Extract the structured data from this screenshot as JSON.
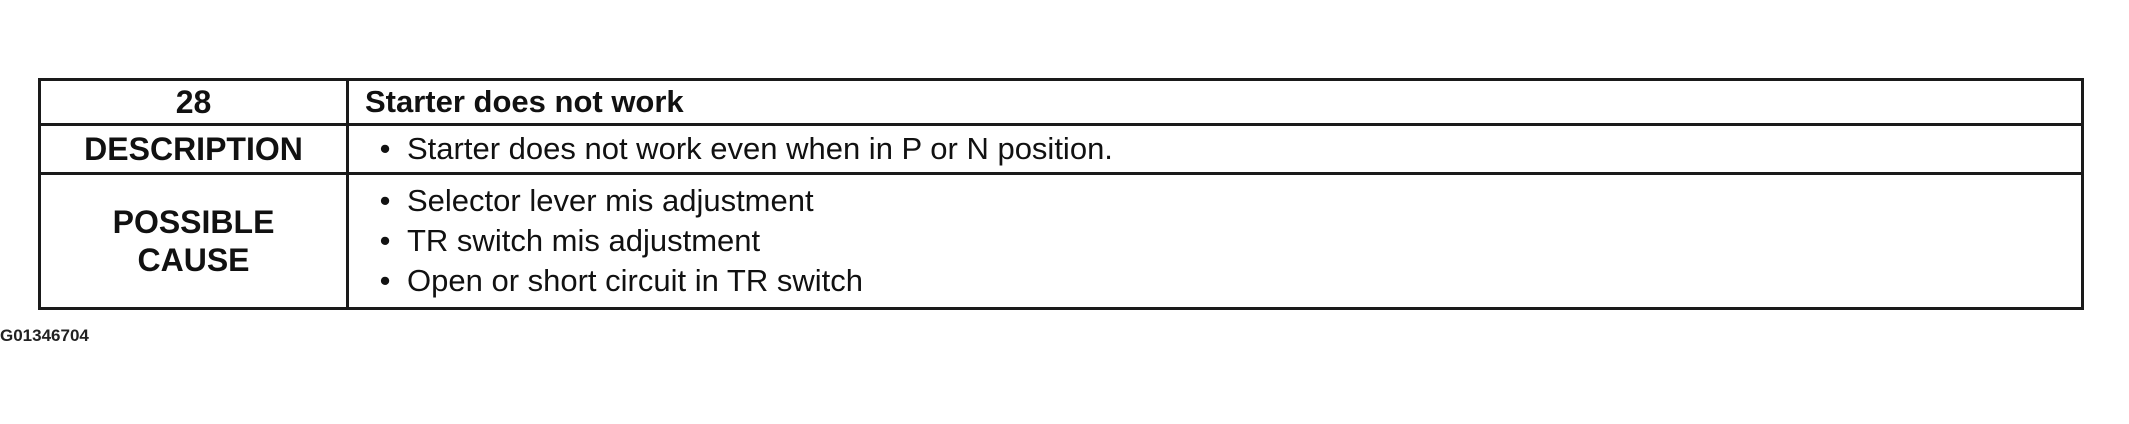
{
  "table": {
    "number": "28",
    "title": "Starter does not work",
    "description_label": "DESCRIPTION",
    "description_items": [
      "Starter does not work even when in P or N position."
    ],
    "cause_label_line1": "POSSIBLE",
    "cause_label_line2": "CAUSE",
    "cause_items": [
      "Selector lever mis adjustment",
      "TR switch mis adjustment",
      "Open or short circuit in TR switch"
    ],
    "bullet_symbol": "•"
  },
  "figure_id": "G01346704"
}
